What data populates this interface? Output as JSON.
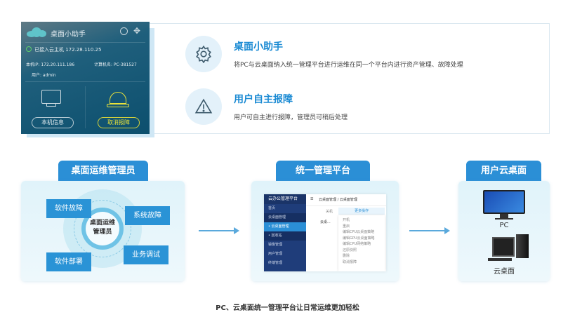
{
  "assistant_widget": {
    "title": "桌面小助手",
    "connected_status": "已接入云主机 172.28.110.25",
    "local_ip": "本机IP: 172.20.111.186",
    "computer_name": "计算机名: PC-381527",
    "user": "用户: admin",
    "local_info_button": "本机信息",
    "cancel_report_button": "取消报障"
  },
  "features": [
    {
      "title": "桌面小助手",
      "desc": "将PC与云桌面纳入统一管理平台进行运维在同一个平台内进行资产管理、故障处理",
      "icon": "gear-icon"
    },
    {
      "title": "用户自主报障",
      "desc": "用户可自主进行报障，管理员可稍后处理",
      "icon": "warning-icon"
    }
  ],
  "admin_panel": {
    "tab": "桌面运维管理员",
    "center": "桌面运维\n管理员",
    "bubbles": [
      "软件故障",
      "系统故障",
      "业务调试",
      "软件部署"
    ]
  },
  "platform_panel": {
    "tab": "统一管理平台",
    "logo": "云办公管理平台",
    "breadcrumb": "云桌面管理 / 云桌面管理",
    "sidebar": [
      "首页",
      "云桌面管理",
      "• 云桌面管理",
      "• 回收站",
      "镜像管理",
      "用户管理",
      "终端管理"
    ],
    "toolbar": [
      "关机",
      "更多操作"
    ],
    "column": "云桌...",
    "menu": [
      "开机",
      "重启",
      "编辑CPU云桌面策略",
      "编辑GPU云桌面策略",
      "编辑CPU网络策略",
      "还原快照",
      "删除",
      "取消报障"
    ]
  },
  "user_panel": {
    "tab": "用户云桌面",
    "pc_label": "PC",
    "cloud_label": "云桌面"
  },
  "caption": "PC、云桌面统一管理平台让日常运维更加轻松",
  "colors": {
    "accent": "#2b8fd6",
    "title_blue": "#1a8ad3",
    "sidebar": "#1f3d7a"
  }
}
